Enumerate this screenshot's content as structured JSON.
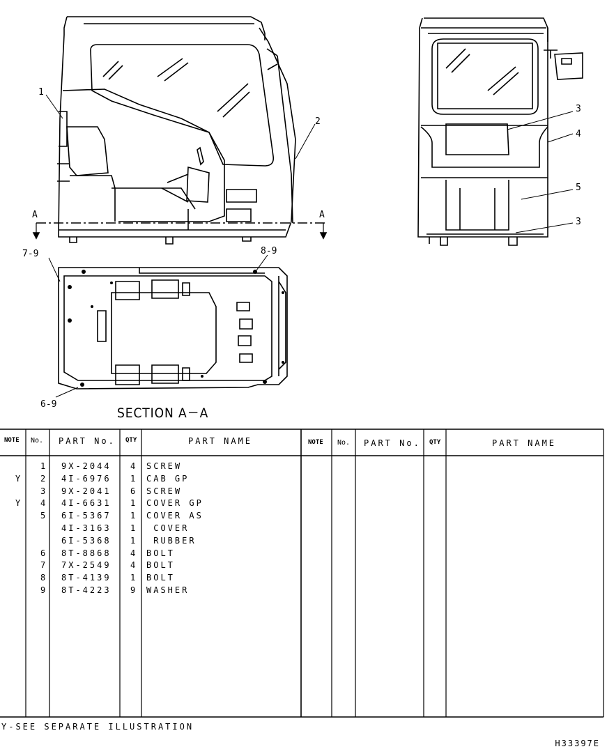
{
  "callouts": {
    "c1": "1",
    "c2": "2",
    "c3a": "3",
    "c4": "4",
    "c5": "5",
    "c3b": "3",
    "secA_left": "A",
    "secA_right": "A",
    "c79": "7-9",
    "c89": "8-9",
    "c69": "6-9"
  },
  "section_title": "SECTION A－A",
  "table": {
    "headers": {
      "note": "NOTE",
      "no": "No.",
      "part_no": "PART No.",
      "qty": "QTY",
      "part_name": "PART NAME"
    },
    "rows": [
      {
        "note": "",
        "no": "1",
        "part_no": "9X-2044",
        "qty": "4",
        "name": "SCREW"
      },
      {
        "note": "Y",
        "no": "2",
        "part_no": "4I-6976",
        "qty": "1",
        "name": "CAB GP"
      },
      {
        "note": "",
        "no": "3",
        "part_no": "9X-2041",
        "qty": "6",
        "name": "SCREW"
      },
      {
        "note": "Y",
        "no": "4",
        "part_no": "4I-6631",
        "qty": "1",
        "name": "COVER GP"
      },
      {
        "note": "",
        "no": "5",
        "part_no": "6I-5367",
        "qty": "1",
        "name": "COVER AS"
      },
      {
        "note": "",
        "no": "",
        "part_no": "4I-3163",
        "qty": "1",
        "name": " COVER"
      },
      {
        "note": "",
        "no": "",
        "part_no": "6I-5368",
        "qty": "1",
        "name": " RUBBER"
      },
      {
        "note": "",
        "no": "6",
        "part_no": "8T-8868",
        "qty": "4",
        "name": "BOLT"
      },
      {
        "note": "",
        "no": "7",
        "part_no": "7X-2549",
        "qty": "4",
        "name": "BOLT"
      },
      {
        "note": "",
        "no": "8",
        "part_no": "8T-4139",
        "qty": "1",
        "name": "BOLT"
      },
      {
        "note": "",
        "no": "9",
        "part_no": "8T-4223",
        "qty": "9",
        "name": "WASHER"
      }
    ]
  },
  "footer_note": "Y-SEE SEPARATE ILLUSTRATION",
  "illustration_code": "H33397E"
}
